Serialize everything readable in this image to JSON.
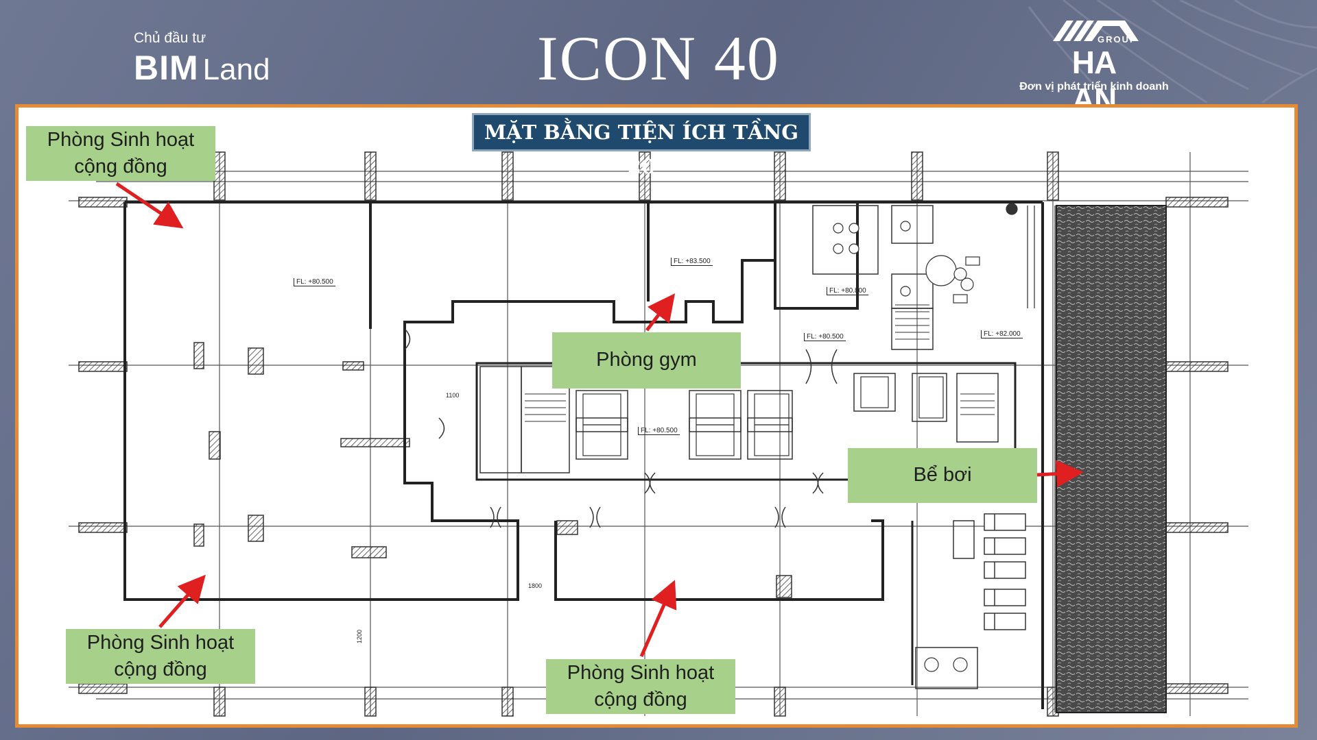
{
  "header": {
    "investor_caption": "Chủ đầu tư",
    "investor_logo_bold": "BIM",
    "investor_logo_light": "Land",
    "project_title": "ICON 40",
    "developer_group": "GROUP",
    "developer_name": "HA AN",
    "developer_caption": "Đơn vị phát triển kinh doanh"
  },
  "plan": {
    "title": "MẶT BẰNG TIỆN ÍCH TẦNG 20",
    "floor_levels": [
      "FL: +80.500",
      "FL: +83.500",
      "FL: +80.800",
      "FL: +80.500",
      "FL: +82.000",
      "FL: +80.500"
    ],
    "dimensions": [
      "1100",
      "1800",
      "1200"
    ]
  },
  "callouts": {
    "community_room_top_left": "Phòng Sinh hoạt cộng đồng",
    "gym": "Phòng gym",
    "pool": "Bể bơi",
    "community_room_bottom_left": "Phòng Sinh hoạt cộng đồng",
    "community_room_bottom_center": "Phòng Sinh hoạt cộng đồng"
  },
  "colors": {
    "frame_border": "#e58a35",
    "title_bg": "#1f4a6e",
    "callout_bg": "#a7d08b",
    "arrow": "#e02020",
    "background": "#6a738d"
  }
}
